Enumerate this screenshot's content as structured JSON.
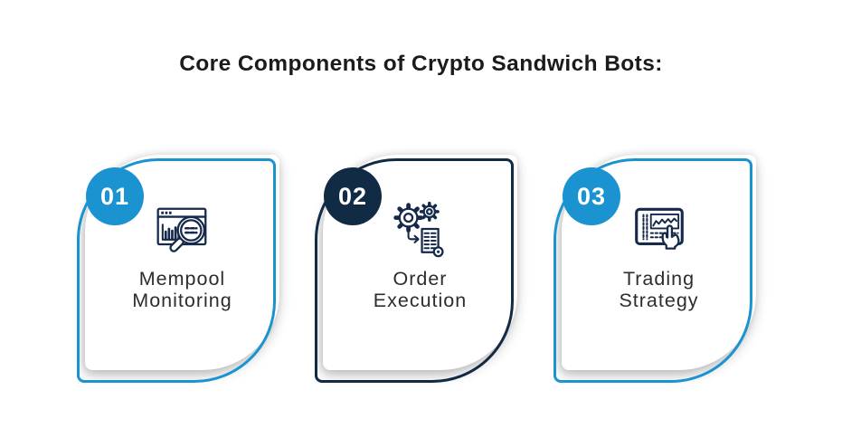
{
  "title": "Core Components of Crypto Sandwich Bots:",
  "colors": {
    "background": "#ffffff",
    "accent_blue": "#1b93d0",
    "accent_navy": "#112b45",
    "icon_stroke": "#15294a",
    "title_text": "#1b1b1b",
    "label_text": "#2d2d2d"
  },
  "cards": [
    {
      "number": "01",
      "label_line1": "Mempool",
      "label_line2": "Monitoring",
      "accent": "#1b93d0",
      "icon": "browser-magnifier-icon"
    },
    {
      "number": "02",
      "label_line1": "Order",
      "label_line2": "Execution",
      "accent": "#112b45",
      "icon": "gears-document-icon"
    },
    {
      "number": "03",
      "label_line1": "Trading",
      "label_line2": "Strategy",
      "accent": "#1b93d0",
      "icon": "monitor-chart-hand-icon"
    }
  ]
}
